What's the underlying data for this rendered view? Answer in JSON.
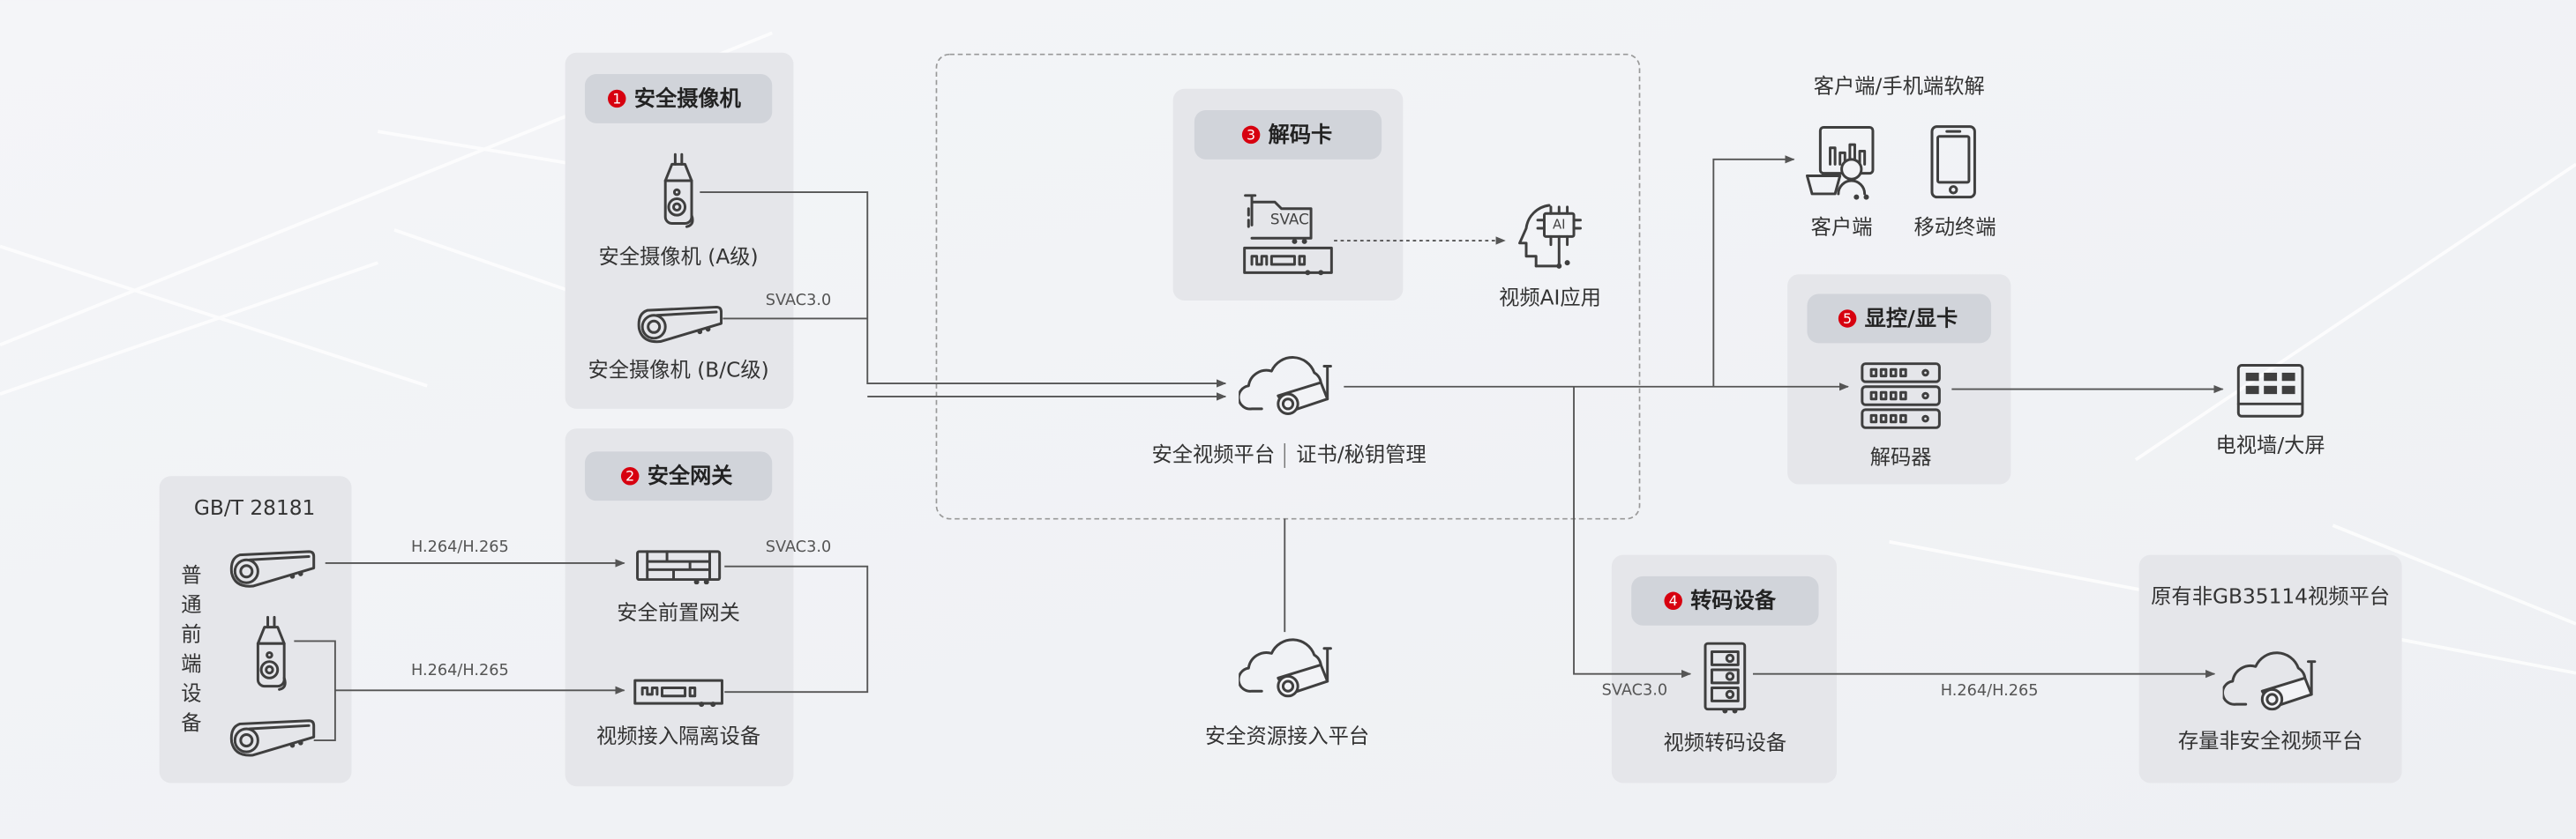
{
  "colors": {
    "accent_red": "#d7000f",
    "panel": "#e5e6ea",
    "header": "#d1d4da",
    "line": "#555555",
    "background": "#f2f3f6"
  },
  "groups": {
    "camera": {
      "number": "1",
      "title": "安全摄像机",
      "items": [
        "安全摄像机 (A级)",
        "安全摄像机 (B/C级)"
      ]
    },
    "gateway": {
      "number": "2",
      "title": "安全网关",
      "items": [
        "安全前置网关",
        "视频接入隔离设备"
      ]
    },
    "decode_card": {
      "number": "3",
      "title": "解码卡",
      "card_text": "SVAC"
    },
    "transcode": {
      "number": "4",
      "title": "转码设备",
      "items": [
        "视频转码设备"
      ]
    },
    "display": {
      "number": "5",
      "title": "显控/显卡",
      "items": [
        "解码器"
      ]
    },
    "legacy": {
      "title": "GB/T 28181",
      "vertical_label": [
        "普",
        "通",
        "前",
        "端",
        "设",
        "备"
      ]
    },
    "non_gb": {
      "title": "原有非GB35114视频平台",
      "items": [
        "存量非安全视频平台"
      ]
    }
  },
  "nodes": {
    "platform_left": "安全视频平台",
    "platform_right": "证书/秘钥管理",
    "ai_app": "视频AI应用",
    "resource_platform": "安全资源接入平台",
    "soft_decode_title": "客户端/手机端软解",
    "client": "客户端",
    "mobile": "移动终端",
    "tv_wall": "电视墙/大屏",
    "ai_icon_text": "AI"
  },
  "edges": {
    "svac_camera": "SVAC3.0",
    "svac_gateway": "SVAC3.0",
    "h26x_top": "H.264/H.265",
    "h26x_bottom": "H.264/H.265",
    "svac_transcode": "SVAC3.0",
    "h26x_transcode": "H.264/H.265"
  }
}
